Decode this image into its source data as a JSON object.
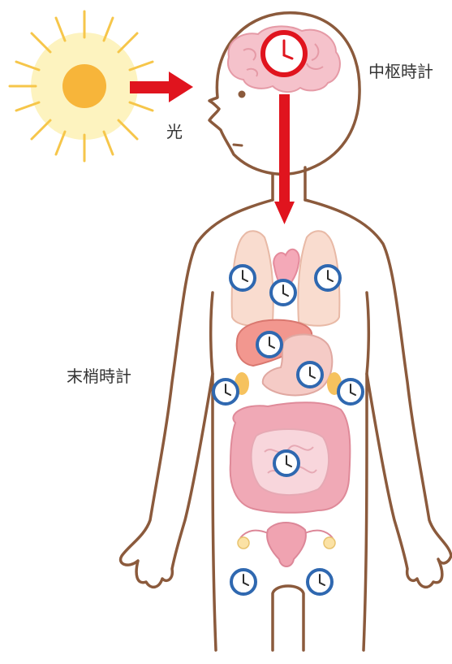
{
  "labels": {
    "light": "光",
    "central_clock": "中枢時計",
    "peripheral_clock": "末梢時計"
  },
  "colors": {
    "outline": "#8b5a3c",
    "arrow_red": "#e0141e",
    "clock_blue": "#2f68b0",
    "sun_orange": "#f7b53a",
    "sun_ray": "#f6c64a",
    "sun_glow": "#fdf3bf",
    "organ_pink": "#f2b7bd",
    "brain_pink": "#f5c2cb"
  },
  "icons": {
    "sun": "sun-icon",
    "clock": "clock-icon",
    "arrow": "arrow-icon"
  }
}
